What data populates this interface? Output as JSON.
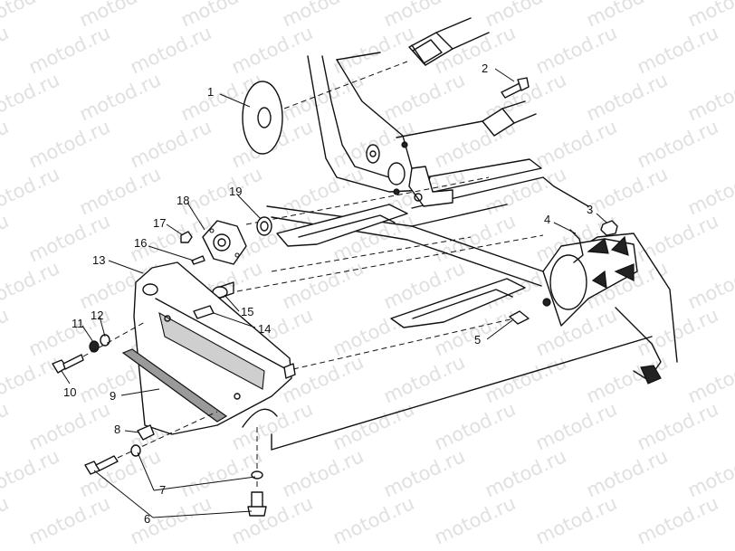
{
  "watermark": {
    "text": "motod.ru"
  },
  "callouts": [
    "1",
    "2",
    "3",
    "4",
    "5",
    "6",
    "7",
    "8",
    "9",
    "10",
    "11",
    "12",
    "13",
    "14",
    "15",
    "16",
    "17",
    "18",
    "19"
  ]
}
